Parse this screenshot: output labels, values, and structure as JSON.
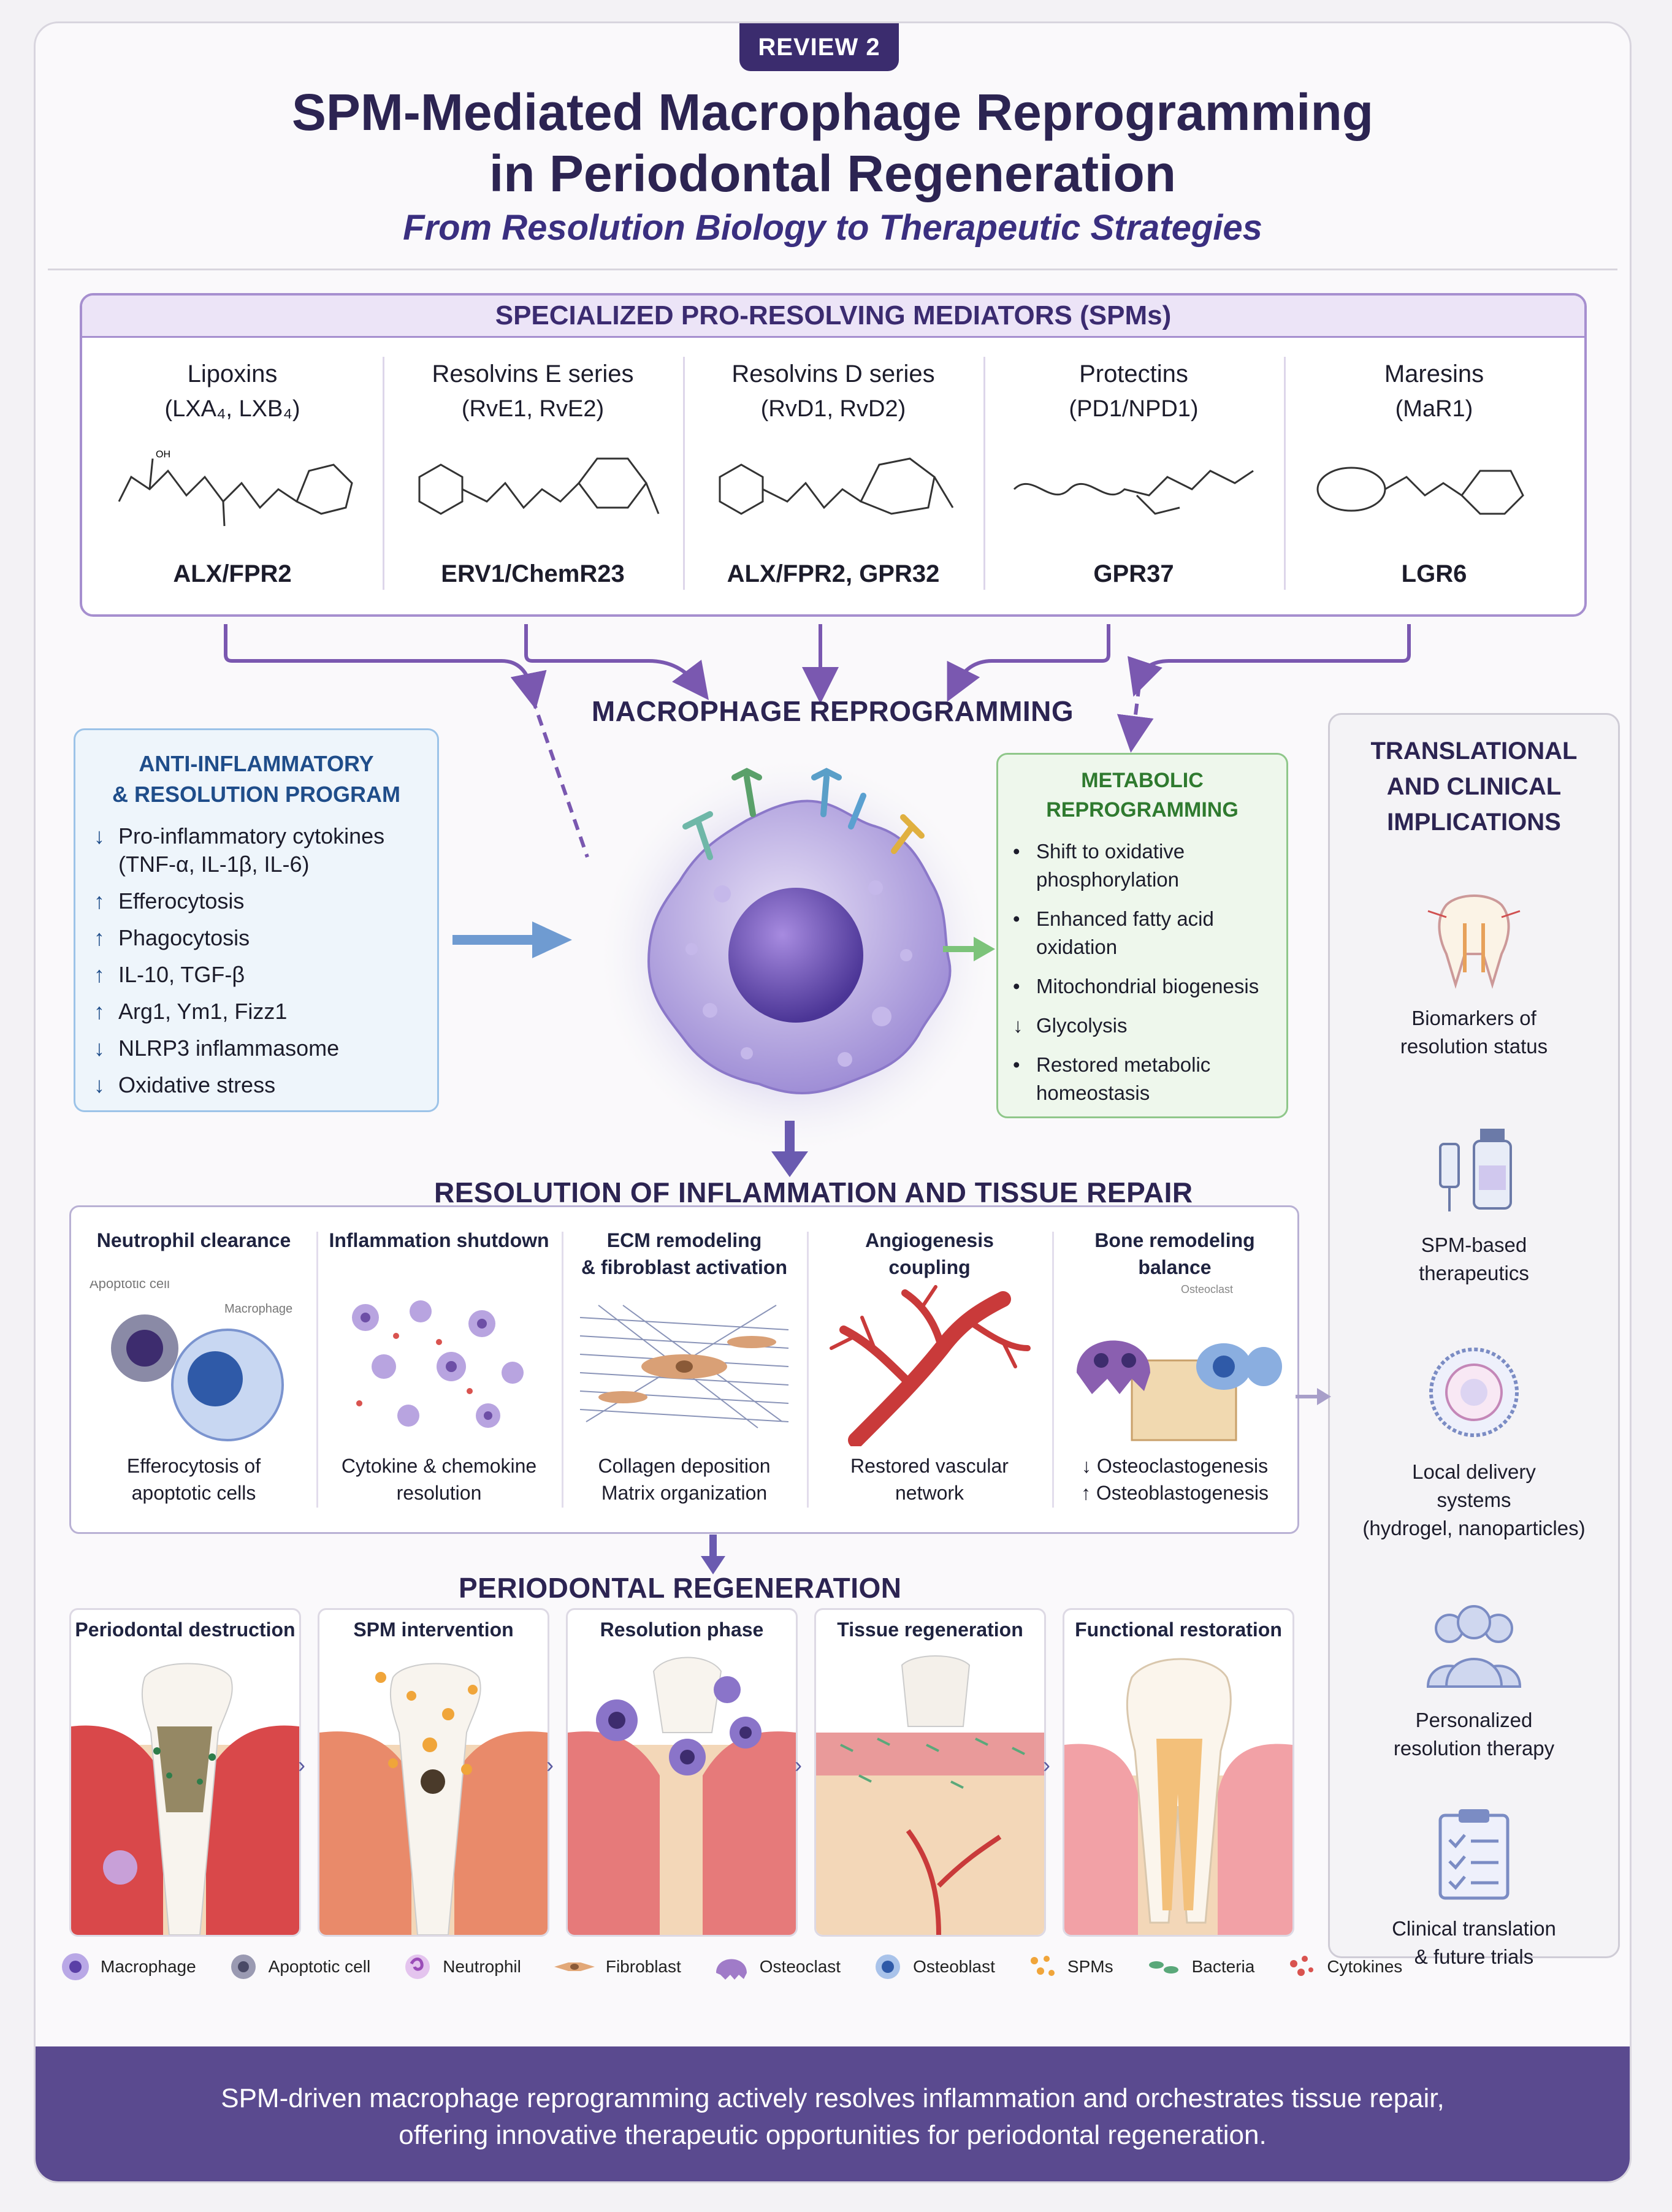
{
  "badge": "REVIEW 2",
  "title_line1": "SPM-Mediated Macrophage Reprogramming",
  "title_line2": "in Periodontal Regeneration",
  "subtitle": "From Resolution Biology to Therapeutic Strategies",
  "spm": {
    "header": "SPECIALIZED PRO-RESOLVING MEDIATORS (SPMs)",
    "items": [
      {
        "name": "Lipoxins",
        "sub": "(LXA₄, LXB₄)",
        "receptor": "ALX/FPR2"
      },
      {
        "name": "Resolvins E series",
        "sub": "(RvE1, RvE2)",
        "receptor": "ERV1/ChemR23"
      },
      {
        "name": "Resolvins D series",
        "sub": "(RvD1, RvD2)",
        "receptor": "ALX/FPR2, GPR32"
      },
      {
        "name": "Protectins",
        "sub": "(PD1/NPD1)",
        "receptor": "GPR37"
      },
      {
        "name": "Maresins",
        "sub": "(MaR1)",
        "receptor": "LGR6"
      }
    ]
  },
  "macrophage_title": "MACROPHAGE REPROGRAMMING",
  "anti": {
    "title_line1": "ANTI-INFLAMMATORY",
    "title_line2": "& RESOLUTION PROGRAM",
    "items": [
      {
        "arrow": "↓",
        "text": "Pro-inflammatory cytokines (TNF-α, IL-1β, IL-6)"
      },
      {
        "arrow": "↑",
        "text": "Efferocytosis"
      },
      {
        "arrow": "↑",
        "text": "Phagocytosis"
      },
      {
        "arrow": "↑",
        "text": "IL-10, TGF-β"
      },
      {
        "arrow": "↑",
        "text": "Arg1, Ym1, Fizz1"
      },
      {
        "arrow": "↓",
        "text": "NLRP3 inflammasome"
      },
      {
        "arrow": "↓",
        "text": "Oxidative stress"
      }
    ]
  },
  "meta": {
    "title_line1": "METABOLIC",
    "title_line2": "REPROGRAMMING",
    "items": [
      {
        "bullet": "•",
        "text": "Shift to oxidative phosphorylation"
      },
      {
        "bullet": "•",
        "text": "Enhanced fatty acid oxidation"
      },
      {
        "bullet": "•",
        "text": "Mitochondrial biogenesis"
      },
      {
        "bullet": "↓",
        "text": "Glycolysis"
      },
      {
        "bullet": "•",
        "text": "Restored metabolic homeostasis"
      }
    ]
  },
  "translational": {
    "title_line1": "TRANSLATIONAL",
    "title_line2": "AND CLINICAL",
    "title_line3": "IMPLICATIONS",
    "items": [
      {
        "icon": "tooth-icon",
        "line1": "Biomarkers of",
        "line2": "resolution status",
        "line3": ""
      },
      {
        "icon": "vial-icon",
        "line1": "SPM-based",
        "line2": "therapeutics",
        "line3": ""
      },
      {
        "icon": "nanoparticle-icon",
        "line1": "Local delivery",
        "line2": "systems",
        "line3": "(hydrogel, nanoparticles)"
      },
      {
        "icon": "people-icon",
        "line1": "Personalized",
        "line2": "resolution therapy",
        "line3": ""
      },
      {
        "icon": "clipboard-icon",
        "line1": "Clinical translation",
        "line2": "& future trials",
        "line3": ""
      }
    ]
  },
  "resolution": {
    "title": "RESOLUTION OF INFLAMMATION AND TISSUE REPAIR",
    "items": [
      {
        "h1": "Neutrophil clearance",
        "h2": "",
        "c1": "Efferocytosis of",
        "c2": "apoptotic cells",
        "lab1": "Apoptotic cell",
        "lab2": "Macrophage"
      },
      {
        "h1": "Inflammation shutdown",
        "h2": "",
        "c1": "Cytokine & chemokine",
        "c2": "resolution"
      },
      {
        "h1": "ECM remodeling",
        "h2": "& fibroblast activation",
        "c1": "Collagen deposition",
        "c2": "Matrix organization"
      },
      {
        "h1": "Angiogenesis",
        "h2": "coupling",
        "c1": "Restored vascular",
        "c2": "network"
      },
      {
        "h1": "Bone remodeling",
        "h2": "balance",
        "c1": "↓ Osteoclastogenesis",
        "c2": "↑ Osteoblastogenesis",
        "lab1": "Osteoclast"
      }
    ]
  },
  "periodontal": {
    "title": "PERIODONTAL REGENERATION",
    "stages": [
      "Periodontal destruction",
      "SPM intervention",
      "Resolution phase",
      "Tissue regeneration",
      "Functional restoration"
    ]
  },
  "legend": [
    {
      "icon": "macrophage-icon",
      "label": "Macrophage",
      "color": "#8a74c9"
    },
    {
      "icon": "apoptotic-cell-icon",
      "label": "Apoptotic cell",
      "color": "#6a6a8a"
    },
    {
      "icon": "neutrophil-icon",
      "label": "Neutrophil",
      "color": "#b27cc4"
    },
    {
      "icon": "fibroblast-icon",
      "label": "Fibroblast",
      "color": "#c98a5a"
    },
    {
      "icon": "osteoclast-icon",
      "label": "Osteoclast",
      "color": "#8a5fb0"
    },
    {
      "icon": "osteoblast-icon",
      "label": "Osteoblast",
      "color": "#5b82c8"
    },
    {
      "icon": "spms-icon",
      "label": "SPMs",
      "color": "#f0a53a"
    },
    {
      "icon": "bacteria-icon",
      "label": "Bacteria",
      "color": "#5aa87a"
    },
    {
      "icon": "cytokines-icon",
      "label": "Cytokines",
      "color": "#d9534f"
    }
  ],
  "footer_line1": "SPM-driven macrophage reprogramming actively resolves inflammation and orchestrates tissue repair,",
  "footer_line2": "offering innovative therapeutic opportunities for periodontal regeneration.",
  "colors": {
    "primary": "#2c2452",
    "accent": "#a68fcf",
    "green": "#8fc78a",
    "blue": "#9cc3e8",
    "footer": "#5a4a8f"
  }
}
